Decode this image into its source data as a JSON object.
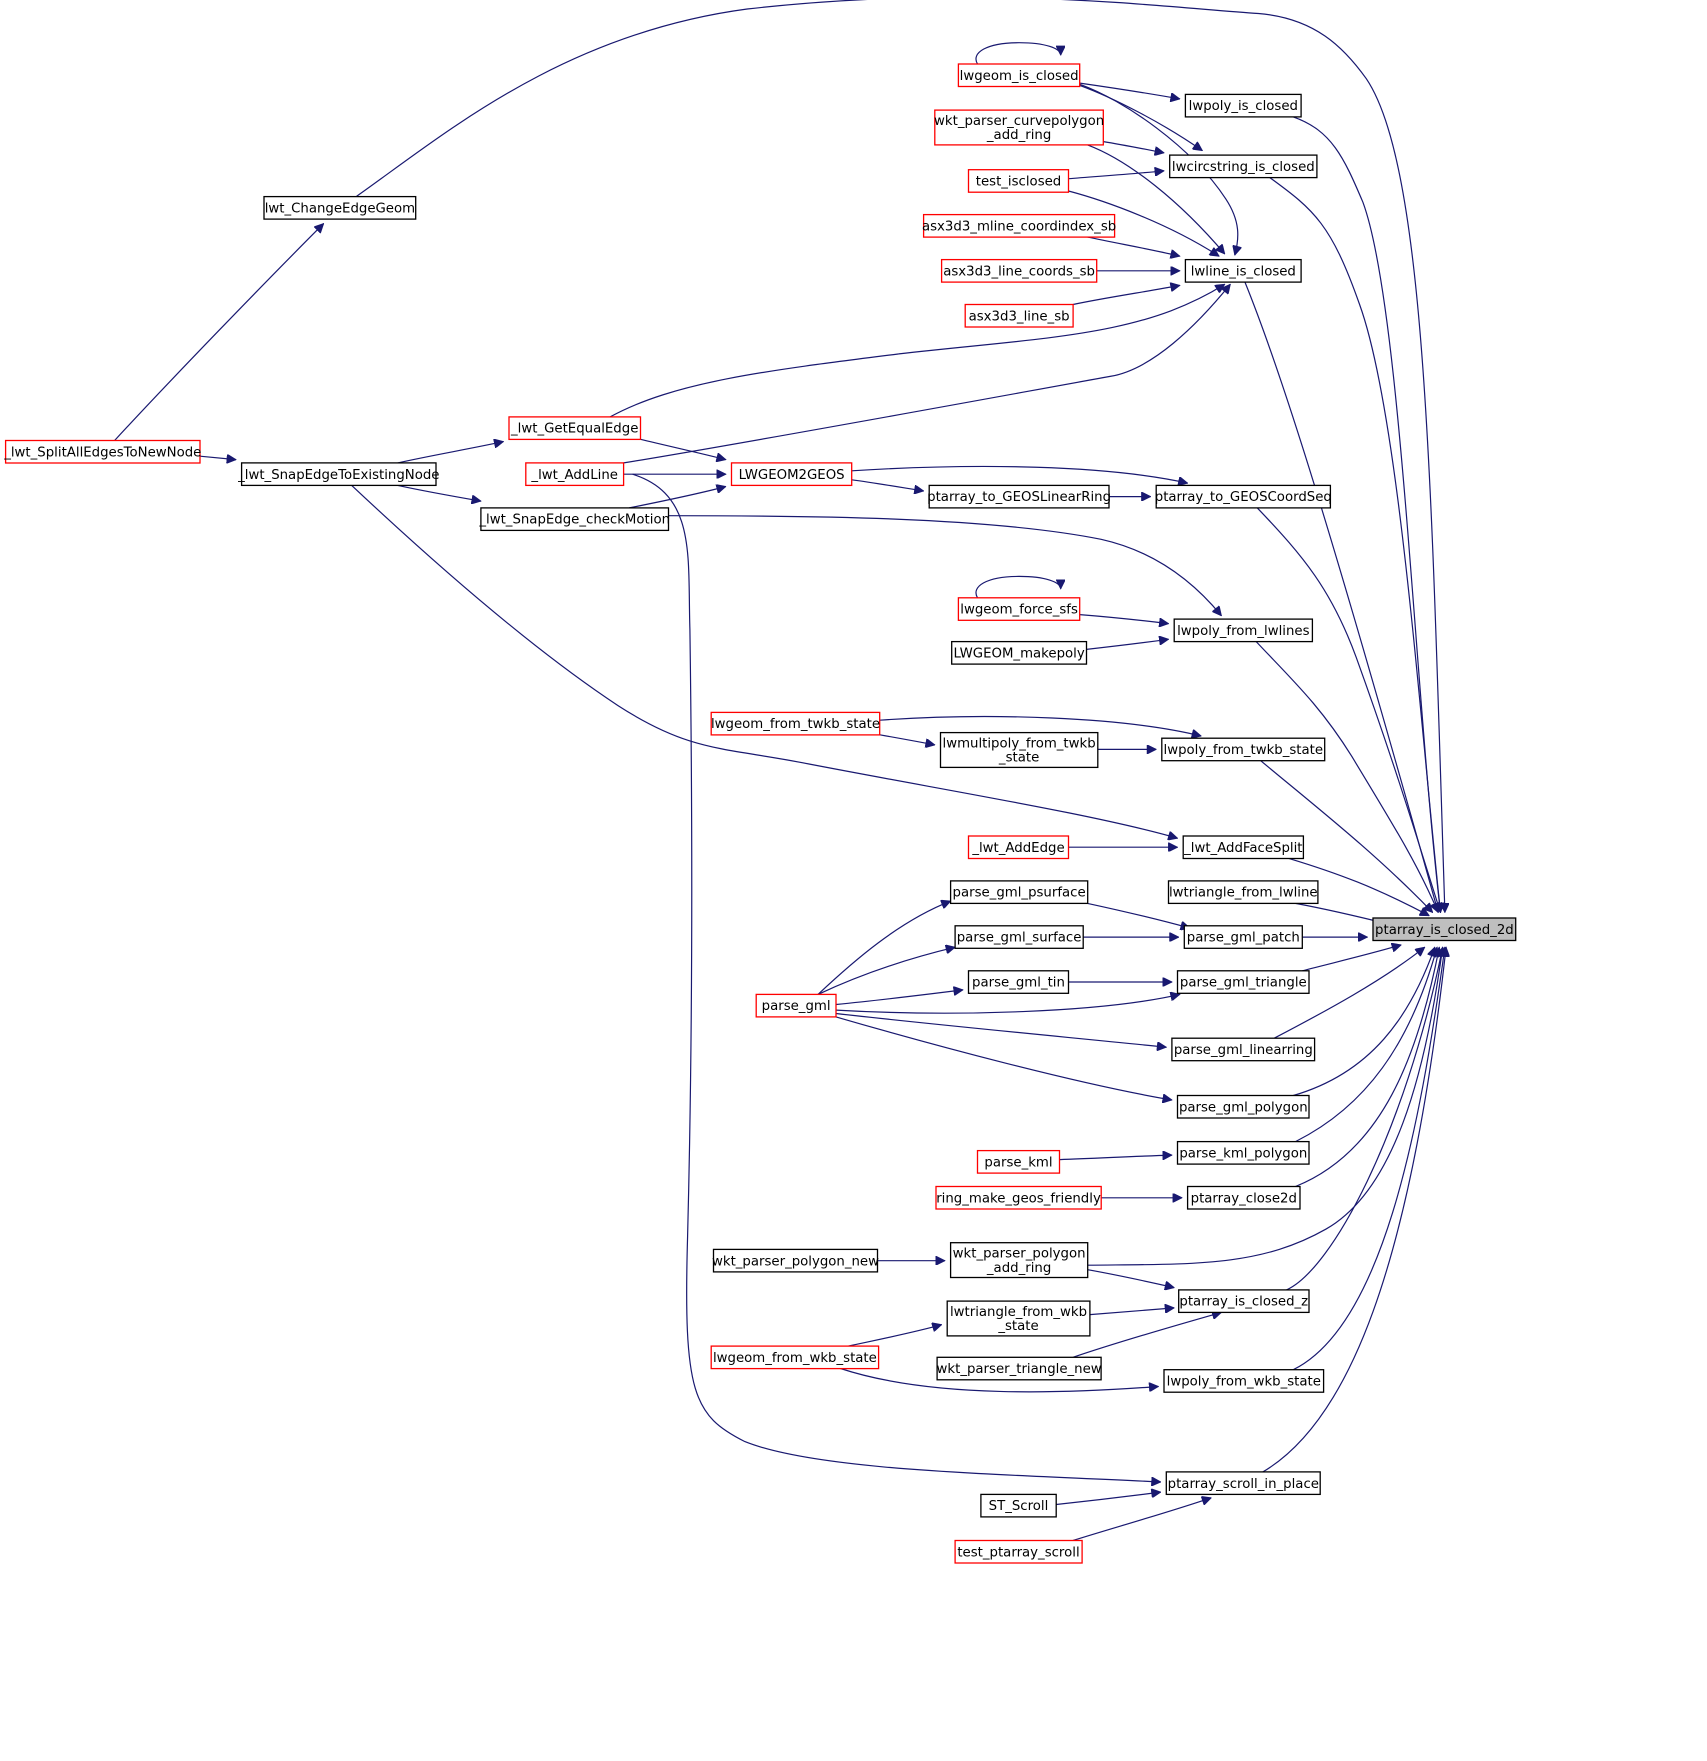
{
  "colors": {
    "edge": "#191970",
    "node_border_normal": "#000000",
    "node_border_truncated": "#ff0000",
    "node_fill_focus": "#bfbfbf",
    "node_fill": "#ffffff"
  },
  "nodes": [
    {
      "id": "ptarray_is_closed_2d",
      "lines": [
        "ptarray_is_closed_2d"
      ],
      "style": "focus"
    },
    {
      "id": "lwgeom_is_closed",
      "lines": [
        "lwgeom_is_closed"
      ],
      "style": "truncated"
    },
    {
      "id": "lwpoly_is_closed",
      "lines": [
        "lwpoly_is_closed"
      ],
      "style": "normal"
    },
    {
      "id": "wkt_parser_curvepolygon_add_ring",
      "lines": [
        "wkt_parser_curvepolygon",
        "_add_ring"
      ],
      "style": "truncated"
    },
    {
      "id": "lwcircstring_is_closed",
      "lines": [
        "lwcircstring_is_closed"
      ],
      "style": "normal"
    },
    {
      "id": "test_isclosed",
      "lines": [
        "test_isclosed"
      ],
      "style": "truncated"
    },
    {
      "id": "lwt_ChangeEdgeGeom",
      "lines": [
        "lwt_ChangeEdgeGeom"
      ],
      "style": "normal"
    },
    {
      "id": "asx3d3_mline_coordindex_sb",
      "lines": [
        "asx3d3_mline_coordindex_sb"
      ],
      "style": "truncated"
    },
    {
      "id": "asx3d3_line_coords_sb",
      "lines": [
        "asx3d3_line_coords_sb"
      ],
      "style": "truncated"
    },
    {
      "id": "lwline_is_closed",
      "lines": [
        "lwline_is_closed"
      ],
      "style": "normal"
    },
    {
      "id": "asx3d3_line_sb",
      "lines": [
        "asx3d3_line_sb"
      ],
      "style": "truncated"
    },
    {
      "id": "lwt_GetEqualEdge",
      "lines": [
        "_lwt_GetEqualEdge"
      ],
      "style": "truncated"
    },
    {
      "id": "lwt_SplitAllEdgesToNewNode",
      "lines": [
        "_lwt_SplitAllEdgesToNewNode"
      ],
      "style": "truncated"
    },
    {
      "id": "lwt_SnapEdgeToExistingNode",
      "lines": [
        "_lwt_SnapEdgeToExistingNode"
      ],
      "style": "normal"
    },
    {
      "id": "lwt_AddLine",
      "lines": [
        "_lwt_AddLine"
      ],
      "style": "truncated"
    },
    {
      "id": "LWGEOM2GEOS",
      "lines": [
        "LWGEOM2GEOS"
      ],
      "style": "truncated"
    },
    {
      "id": "ptarray_to_GEOSLinearRing",
      "lines": [
        "ptarray_to_GEOSLinearRing"
      ],
      "style": "normal"
    },
    {
      "id": "ptarray_to_GEOSCoordSeq",
      "lines": [
        "ptarray_to_GEOSCoordSeq"
      ],
      "style": "normal"
    },
    {
      "id": "lwt_SnapEdge_checkMotion",
      "lines": [
        "_lwt_SnapEdge_checkMotion"
      ],
      "style": "normal"
    },
    {
      "id": "lwgeom_force_sfs",
      "lines": [
        "lwgeom_force_sfs"
      ],
      "style": "truncated"
    },
    {
      "id": "lwpoly_from_lwlines",
      "lines": [
        "lwpoly_from_lwlines"
      ],
      "style": "normal"
    },
    {
      "id": "LWGEOM_makepoly",
      "lines": [
        "LWGEOM_makepoly"
      ],
      "style": "normal"
    },
    {
      "id": "lwgeom_from_twkb_state",
      "lines": [
        "lwgeom_from_twkb_state"
      ],
      "style": "truncated"
    },
    {
      "id": "lwmultipoly_from_twkb_state",
      "lines": [
        "lwmultipoly_from_twkb",
        "_state"
      ],
      "style": "normal"
    },
    {
      "id": "lwpoly_from_twkb_state",
      "lines": [
        "lwpoly_from_twkb_state"
      ],
      "style": "normal"
    },
    {
      "id": "lwt_AddEdge",
      "lines": [
        "_lwt_AddEdge"
      ],
      "style": "truncated"
    },
    {
      "id": "lwt_AddFaceSplit",
      "lines": [
        "_lwt_AddFaceSplit"
      ],
      "style": "normal"
    },
    {
      "id": "parse_gml_psurface",
      "lines": [
        "parse_gml_psurface"
      ],
      "style": "normal"
    },
    {
      "id": "lwtriangle_from_lwline",
      "lines": [
        "lwtriangle_from_lwline"
      ],
      "style": "normal"
    },
    {
      "id": "parse_gml_surface",
      "lines": [
        "parse_gml_surface"
      ],
      "style": "normal"
    },
    {
      "id": "parse_gml_patch",
      "lines": [
        "parse_gml_patch"
      ],
      "style": "normal"
    },
    {
      "id": "parse_gml_tin",
      "lines": [
        "parse_gml_tin"
      ],
      "style": "normal"
    },
    {
      "id": "parse_gml_triangle",
      "lines": [
        "parse_gml_triangle"
      ],
      "style": "normal"
    },
    {
      "id": "parse_gml",
      "lines": [
        "parse_gml"
      ],
      "style": "truncated"
    },
    {
      "id": "parse_gml_linearring",
      "lines": [
        "parse_gml_linearring"
      ],
      "style": "normal"
    },
    {
      "id": "parse_gml_polygon",
      "lines": [
        "parse_gml_polygon"
      ],
      "style": "normal"
    },
    {
      "id": "parse_kml",
      "lines": [
        "parse_kml"
      ],
      "style": "truncated"
    },
    {
      "id": "parse_kml_polygon",
      "lines": [
        "parse_kml_polygon"
      ],
      "style": "normal"
    },
    {
      "id": "ring_make_geos_friendly",
      "lines": [
        "ring_make_geos_friendly"
      ],
      "style": "truncated"
    },
    {
      "id": "ptarray_close2d",
      "lines": [
        "ptarray_close2d"
      ],
      "style": "normal"
    },
    {
      "id": "wkt_parser_polygon_new",
      "lines": [
        "wkt_parser_polygon_new"
      ],
      "style": "normal"
    },
    {
      "id": "wkt_parser_polygon_add_ring",
      "lines": [
        "wkt_parser_polygon",
        "_add_ring"
      ],
      "style": "normal"
    },
    {
      "id": "lwtriangle_from_wkb_state",
      "lines": [
        "lwtriangle_from_wkb",
        "_state"
      ],
      "style": "normal"
    },
    {
      "id": "ptarray_is_closed_z",
      "lines": [
        "ptarray_is_closed_z"
      ],
      "style": "normal"
    },
    {
      "id": "lwgeom_from_wkb_state",
      "lines": [
        "lwgeom_from_wkb_state"
      ],
      "style": "truncated"
    },
    {
      "id": "wkt_parser_triangle_new",
      "lines": [
        "wkt_parser_triangle_new"
      ],
      "style": "normal"
    },
    {
      "id": "lwpoly_from_wkb_state",
      "lines": [
        "lwpoly_from_wkb_state"
      ],
      "style": "normal"
    },
    {
      "id": "ptarray_scroll_in_place",
      "lines": [
        "ptarray_scroll_in_place"
      ],
      "style": "normal"
    },
    {
      "id": "ST_Scroll",
      "lines": [
        "ST_Scroll"
      ],
      "style": "normal"
    },
    {
      "id": "test_ptarray_scroll",
      "lines": [
        "test_ptarray_scroll"
      ],
      "style": "truncated"
    }
  ],
  "edges": [
    {
      "from": "lwgeom_is_closed",
      "to": "lwgeom_is_closed"
    },
    {
      "from": "lwgeom_is_closed",
      "to": "lwpoly_is_closed"
    },
    {
      "from": "lwgeom_is_closed",
      "to": "lwcircstring_is_closed"
    },
    {
      "from": "lwgeom_is_closed",
      "to": "lwline_is_closed"
    },
    {
      "from": "lwpoly_is_closed",
      "to": "ptarray_is_closed_2d"
    },
    {
      "from": "wkt_parser_curvepolygon_add_ring",
      "to": "lwcircstring_is_closed"
    },
    {
      "from": "wkt_parser_curvepolygon_add_ring",
      "to": "lwline_is_closed"
    },
    {
      "from": "test_isclosed",
      "to": "lwcircstring_is_closed"
    },
    {
      "from": "test_isclosed",
      "to": "lwline_is_closed"
    },
    {
      "from": "lwcircstring_is_closed",
      "to": "ptarray_is_closed_2d"
    },
    {
      "from": "lwt_ChangeEdgeGeom",
      "to": "ptarray_is_closed_2d"
    },
    {
      "from": "asx3d3_mline_coordindex_sb",
      "to": "lwline_is_closed"
    },
    {
      "from": "asx3d3_line_coords_sb",
      "to": "lwline_is_closed"
    },
    {
      "from": "asx3d3_line_sb",
      "to": "lwline_is_closed"
    },
    {
      "from": "lwt_GetEqualEdge",
      "to": "lwline_is_closed"
    },
    {
      "from": "lwt_AddLine",
      "to": "lwline_is_closed"
    },
    {
      "from": "lwline_is_closed",
      "to": "ptarray_is_closed_2d"
    },
    {
      "from": "lwt_SplitAllEdgesToNewNode",
      "to": "lwt_ChangeEdgeGeom"
    },
    {
      "from": "lwt_SplitAllEdgesToNewNode",
      "to": "lwt_SnapEdgeToExistingNode"
    },
    {
      "from": "lwt_SnapEdgeToExistingNode",
      "to": "lwt_GetEqualEdge"
    },
    {
      "from": "lwt_SnapEdgeToExistingNode",
      "to": "lwt_SnapEdge_checkMotion"
    },
    {
      "from": "lwt_SnapEdgeToExistingNode",
      "to": "lwt_AddFaceSplit"
    },
    {
      "from": "lwt_GetEqualEdge",
      "to": "LWGEOM2GEOS"
    },
    {
      "from": "lwt_AddLine",
      "to": "LWGEOM2GEOS"
    },
    {
      "from": "lwt_SnapEdge_checkMotion",
      "to": "LWGEOM2GEOS"
    },
    {
      "from": "LWGEOM2GEOS",
      "to": "ptarray_to_GEOSLinearRing"
    },
    {
      "from": "LWGEOM2GEOS",
      "to": "ptarray_to_GEOSCoordSeq"
    },
    {
      "from": "ptarray_to_GEOSLinearRing",
      "to": "ptarray_to_GEOSCoordSeq"
    },
    {
      "from": "ptarray_to_GEOSCoordSeq",
      "to": "ptarray_is_closed_2d"
    },
    {
      "from": "lwt_SnapEdge_checkMotion",
      "to": "lwpoly_from_lwlines"
    },
    {
      "from": "lwgeom_force_sfs",
      "to": "lwgeom_force_sfs"
    },
    {
      "from": "lwgeom_force_sfs",
      "to": "lwpoly_from_lwlines"
    },
    {
      "from": "LWGEOM_makepoly",
      "to": "lwpoly_from_lwlines"
    },
    {
      "from": "lwpoly_from_lwlines",
      "to": "ptarray_is_closed_2d"
    },
    {
      "from": "lwgeom_from_twkb_state",
      "to": "lwmultipoly_from_twkb_state"
    },
    {
      "from": "lwgeom_from_twkb_state",
      "to": "lwpoly_from_twkb_state"
    },
    {
      "from": "lwmultipoly_from_twkb_state",
      "to": "lwpoly_from_twkb_state"
    },
    {
      "from": "lwpoly_from_twkb_state",
      "to": "ptarray_is_closed_2d"
    },
    {
      "from": "lwt_AddEdge",
      "to": "lwt_AddFaceSplit"
    },
    {
      "from": "lwt_AddFaceSplit",
      "to": "ptarray_is_closed_2d"
    },
    {
      "from": "lwtriangle_from_lwline",
      "to": "ptarray_is_closed_2d"
    },
    {
      "from": "parse_gml",
      "to": "parse_gml_psurface"
    },
    {
      "from": "parse_gml",
      "to": "parse_gml_surface"
    },
    {
      "from": "parse_gml",
      "to": "parse_gml_tin"
    },
    {
      "from": "parse_gml",
      "to": "parse_gml_triangle"
    },
    {
      "from": "parse_gml",
      "to": "parse_gml_linearring"
    },
    {
      "from": "parse_gml",
      "to": "parse_gml_polygon"
    },
    {
      "from": "parse_gml_psurface",
      "to": "parse_gml_patch"
    },
    {
      "from": "parse_gml_surface",
      "to": "parse_gml_patch"
    },
    {
      "from": "parse_gml_tin",
      "to": "parse_gml_triangle"
    },
    {
      "from": "parse_gml_patch",
      "to": "ptarray_is_closed_2d"
    },
    {
      "from": "parse_gml_triangle",
      "to": "ptarray_is_closed_2d"
    },
    {
      "from": "parse_gml_linearring",
      "to": "ptarray_is_closed_2d"
    },
    {
      "from": "parse_gml_polygon",
      "to": "ptarray_is_closed_2d"
    },
    {
      "from": "parse_kml",
      "to": "parse_kml_polygon"
    },
    {
      "from": "parse_kml_polygon",
      "to": "ptarray_is_closed_2d"
    },
    {
      "from": "ring_make_geos_friendly",
      "to": "ptarray_close2d"
    },
    {
      "from": "ptarray_close2d",
      "to": "ptarray_is_closed_2d"
    },
    {
      "from": "wkt_parser_polygon_new",
      "to": "wkt_parser_polygon_add_ring"
    },
    {
      "from": "wkt_parser_polygon_add_ring",
      "to": "ptarray_is_closed_2d"
    },
    {
      "from": "wkt_parser_polygon_add_ring",
      "to": "ptarray_is_closed_z"
    },
    {
      "from": "lwtriangle_from_wkb_state",
      "to": "ptarray_is_closed_z"
    },
    {
      "from": "wkt_parser_triangle_new",
      "to": "ptarray_is_closed_z"
    },
    {
      "from": "ptarray_is_closed_z",
      "to": "ptarray_is_closed_2d"
    },
    {
      "from": "lwgeom_from_wkb_state",
      "to": "lwtriangle_from_wkb_state"
    },
    {
      "from": "lwgeom_from_wkb_state",
      "to": "lwpoly_from_wkb_state"
    },
    {
      "from": "lwpoly_from_wkb_state",
      "to": "ptarray_is_closed_2d"
    },
    {
      "from": "lwt_AddLine",
      "to": "ptarray_scroll_in_place"
    },
    {
      "from": "ST_Scroll",
      "to": "ptarray_scroll_in_place"
    },
    {
      "from": "test_ptarray_scroll",
      "to": "ptarray_scroll_in_place"
    },
    {
      "from": "ptarray_scroll_in_place",
      "to": "ptarray_is_closed_2d"
    }
  ]
}
